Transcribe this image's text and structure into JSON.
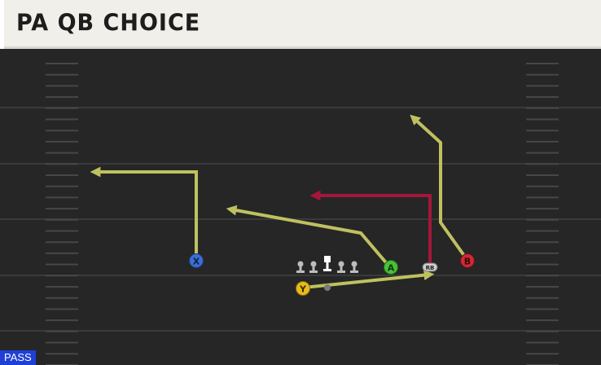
{
  "play": {
    "title": "PA QB CHOICE",
    "play_type": "PASS"
  },
  "players": {
    "x": "X",
    "y": "Y",
    "a": "A",
    "b": "B",
    "rb": "RB"
  },
  "colors": {
    "field": "#262626",
    "yard_line": "#3a3a3a",
    "hash": "#4a4a4a",
    "route_primary": "#bfc160",
    "route_hot": "#a3173a",
    "x_receiver": "#3d6fd1",
    "y_receiver": "#e8bc1d",
    "a_receiver": "#4bbf3a",
    "b_receiver": "#cc2a36",
    "rb": "#cfcfcf",
    "lineman": "#bdbdbd",
    "center": "#ffffff",
    "play_type_bg": "#1f3fd6"
  }
}
